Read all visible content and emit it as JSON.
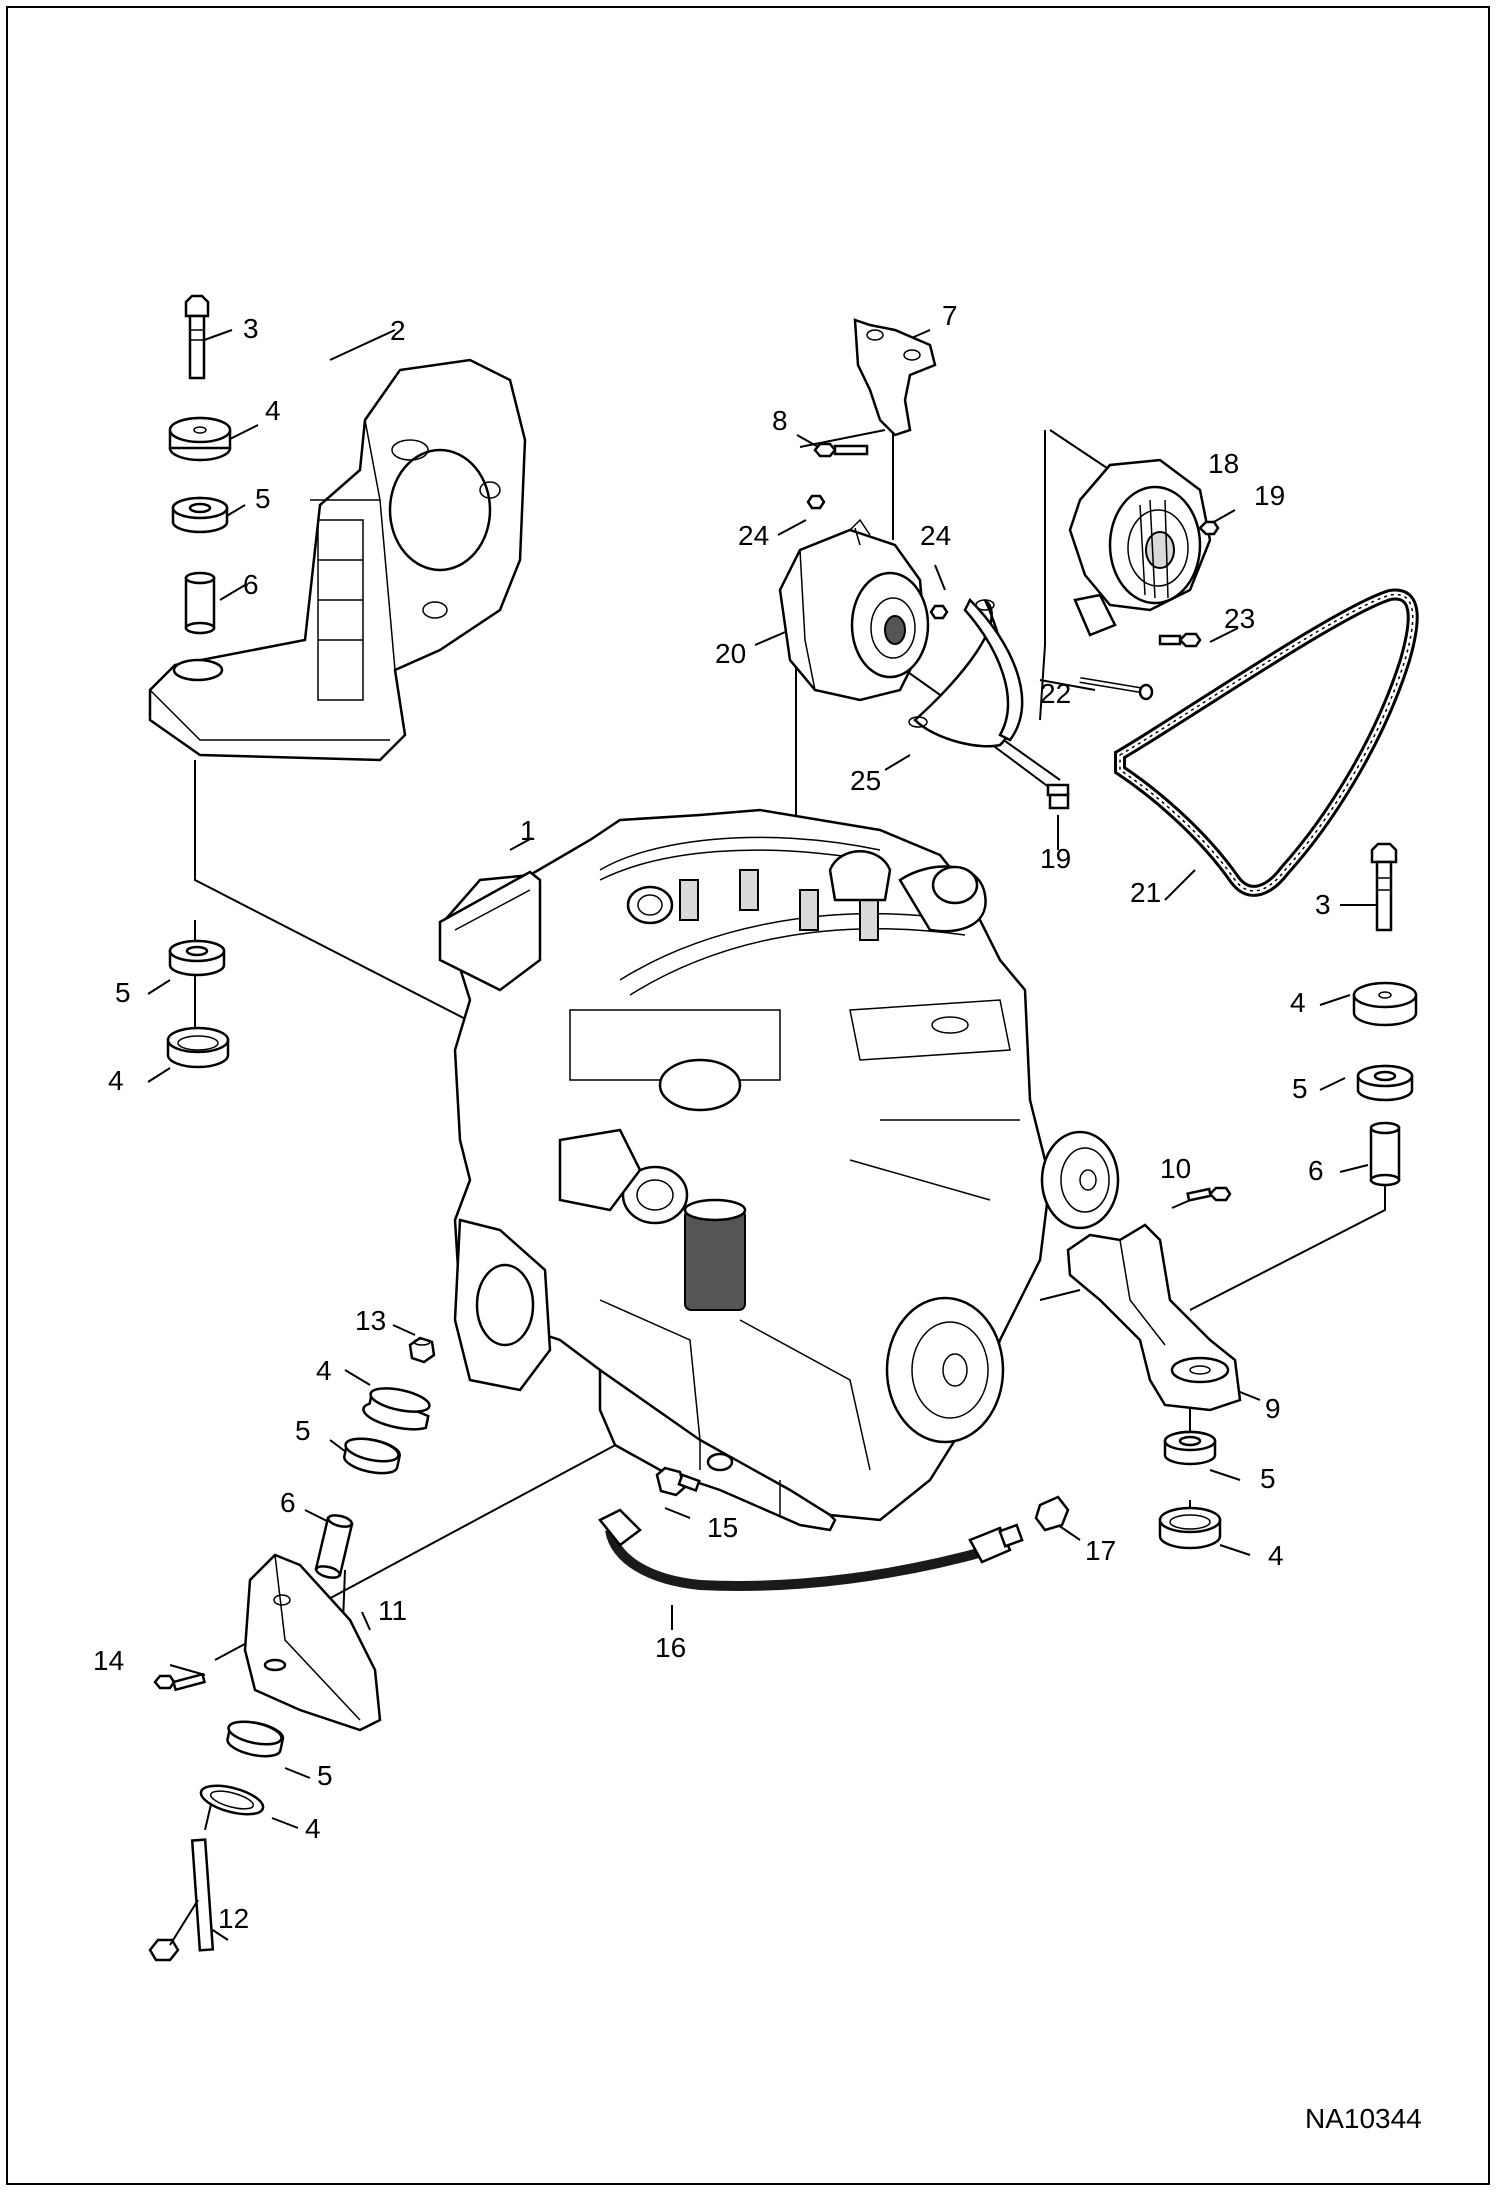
{
  "figure_id": "NA10344",
  "callouts": {
    "c1": "1",
    "c2": "2",
    "c3a": "3",
    "c3b": "3",
    "c4a": "4",
    "c4b": "4",
    "c4c": "4",
    "c4d": "4",
    "c4e": "4",
    "c4f": "4",
    "c5a": "5",
    "c5b": "5",
    "c5c": "5",
    "c5d": "5",
    "c5e": "5",
    "c5f": "5",
    "c6a": "6",
    "c6b": "6",
    "c6c": "6",
    "c7": "7",
    "c8": "8",
    "c9": "9",
    "c10": "10",
    "c11": "11",
    "c12": "12",
    "c13": "13",
    "c14": "14",
    "c15": "15",
    "c16": "16",
    "c17": "17",
    "c18": "18",
    "c19a": "19",
    "c19b": "19",
    "c20": "20",
    "c21": "21",
    "c22": "22",
    "c23": "23",
    "c24a": "24",
    "c24b": "24",
    "c25": "25"
  },
  "colors": {
    "line": "#000000",
    "background": "#ffffff",
    "hose": "#1a1a1a"
  }
}
